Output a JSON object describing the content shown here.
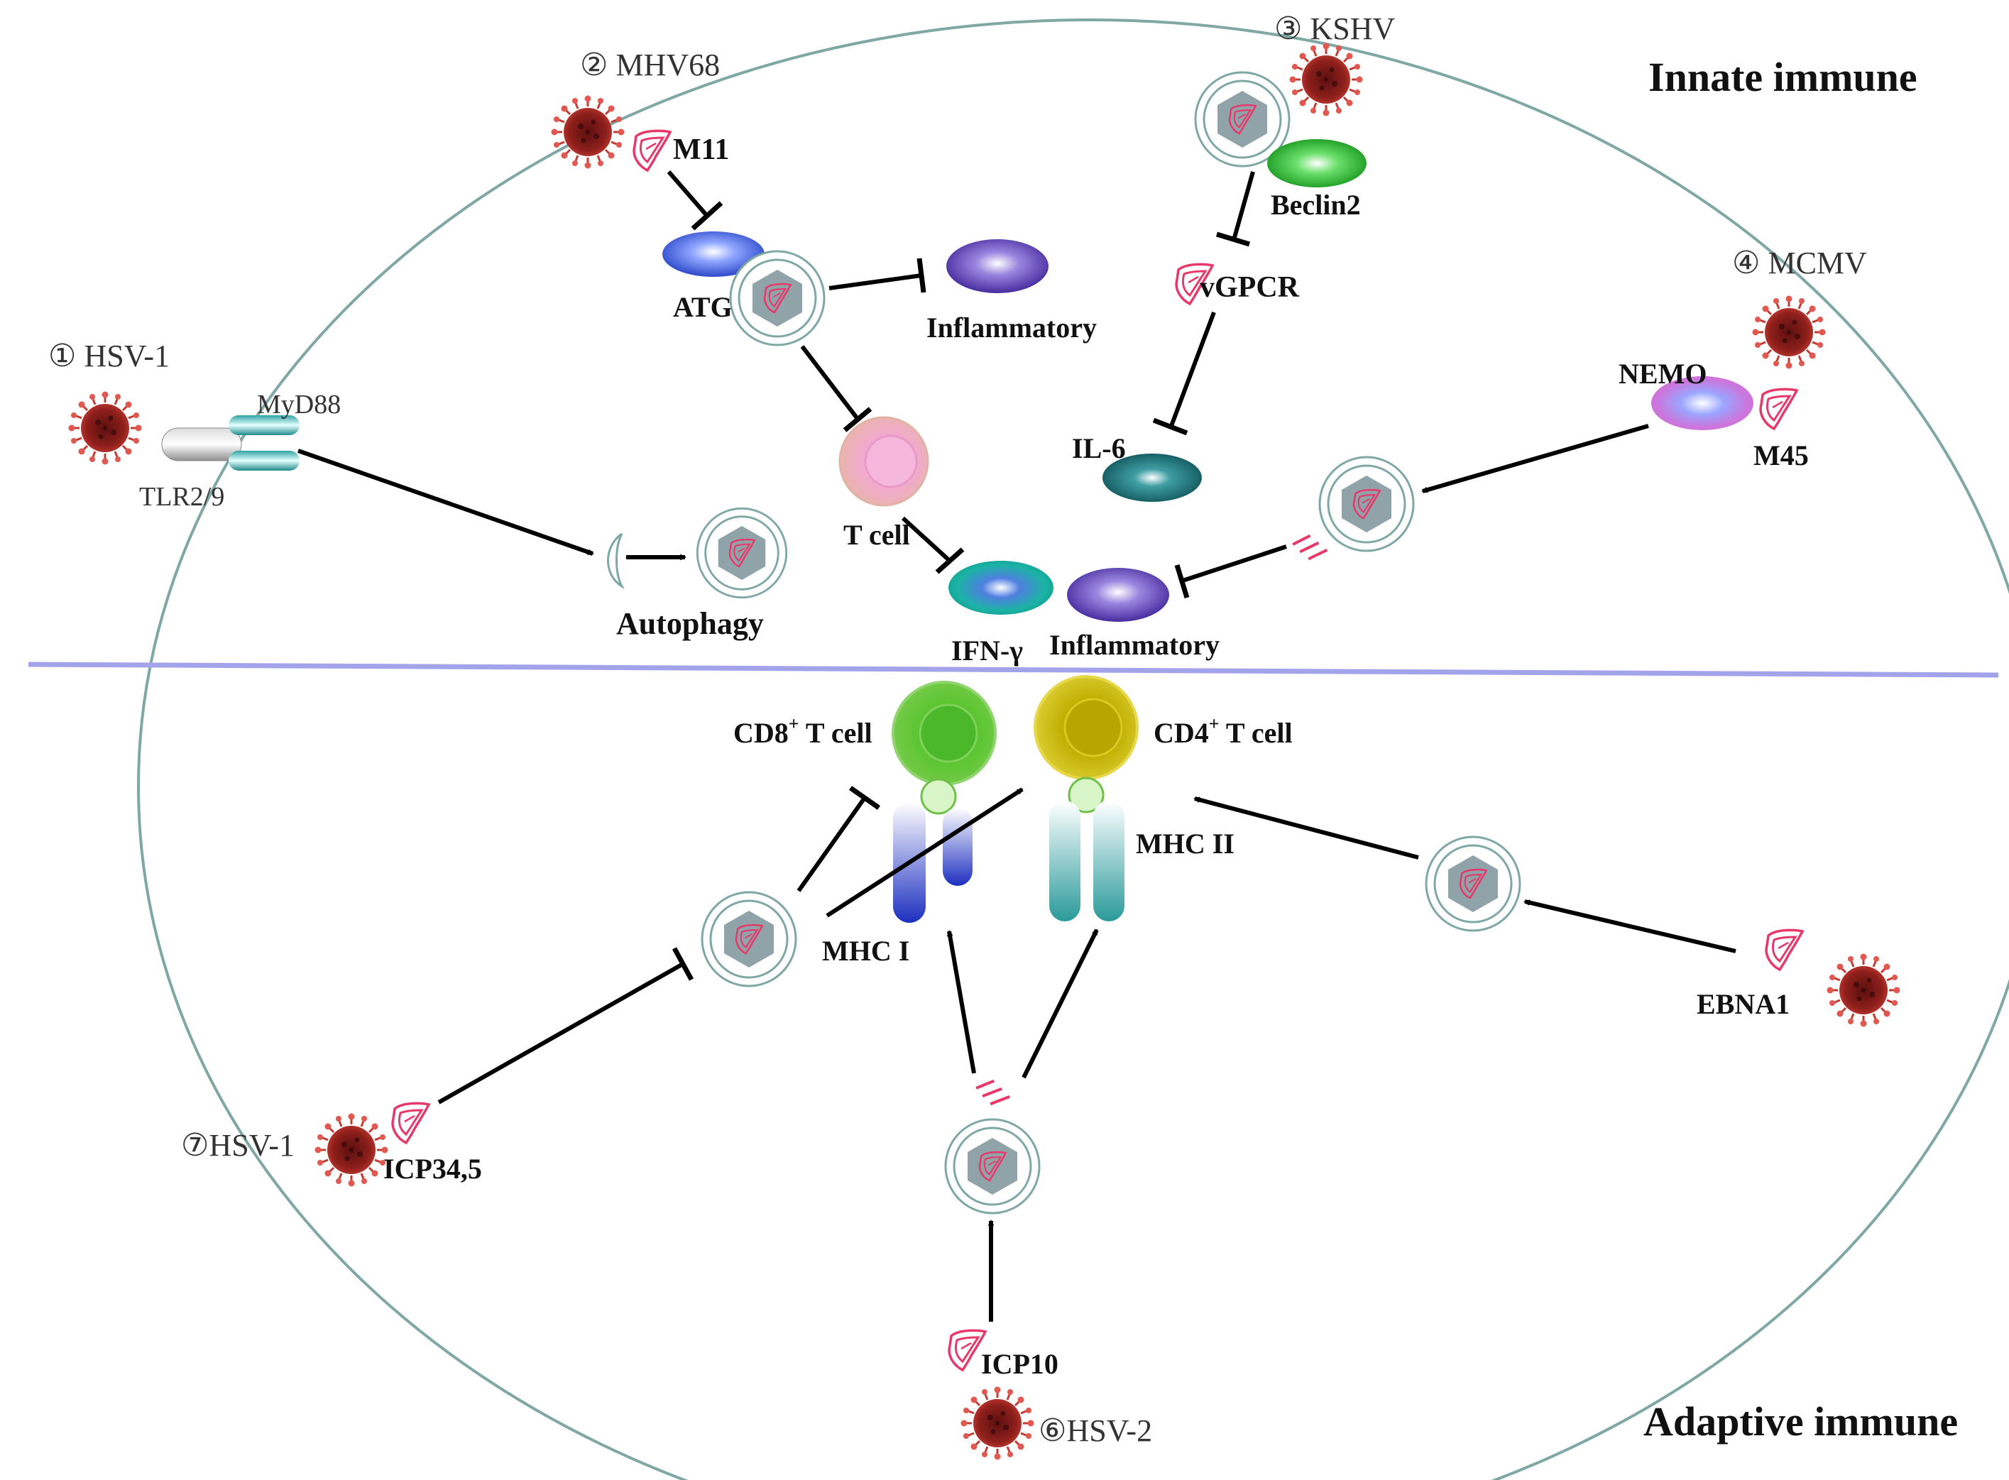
{
  "titles": {
    "innate": "Innate immune",
    "adaptive": "Adaptive immune"
  },
  "viruses": {
    "v1": "① HSV-1",
    "v2": "② MHV68",
    "v3": "③ KSHV",
    "v4": "④ MCMV",
    "v6": "⑥HSV-2",
    "v7": "⑦HSV-1"
  },
  "proteins": {
    "m11": "M11",
    "vgpcr": "vGPCR",
    "m45": "M45",
    "ebna1": "EBNA1",
    "icp345": "ICP34,5",
    "icp10": "ICP10"
  },
  "molecules": {
    "myd88": "MyD88",
    "tlr": "TLR2/9",
    "atg": "ATG",
    "inflammatory_top": "Inflammatory",
    "beclin2": "Beclin2",
    "il6": "IL-6",
    "nemo": "NEMO",
    "tcell": "T cell",
    "autophagy": "Autophagy",
    "ifng": "IFN-γ",
    "inflammatory_mid": "Inflammatory"
  },
  "adaptive": {
    "cd8_base": "CD8",
    "cd8_sup": "+",
    "cd8_rest": " T cell",
    "cd4_base": "CD4",
    "cd4_sup": "+",
    "cd4_rest": " T cell",
    "mhc1": "MHC I",
    "mhc2": "MHC II"
  },
  "colors": {
    "membrane": "#7fa7a4",
    "divider": "#9b9be6",
    "virus_red": "#b2302a",
    "atg_blue": "#2747c9",
    "inflam_purple": "#4b2fa0",
    "beclin_green": "#13a51c",
    "il6_teal": "#0d5e63",
    "nemo_pink": "#d65cd6",
    "ifn_teal": "#15a6a0",
    "cd8_green": "#5fbf3a",
    "cd4_yellow": "#c9b800",
    "mhc1_blue": "#2d48c9",
    "mhc2_teal": "#36a3a3"
  }
}
